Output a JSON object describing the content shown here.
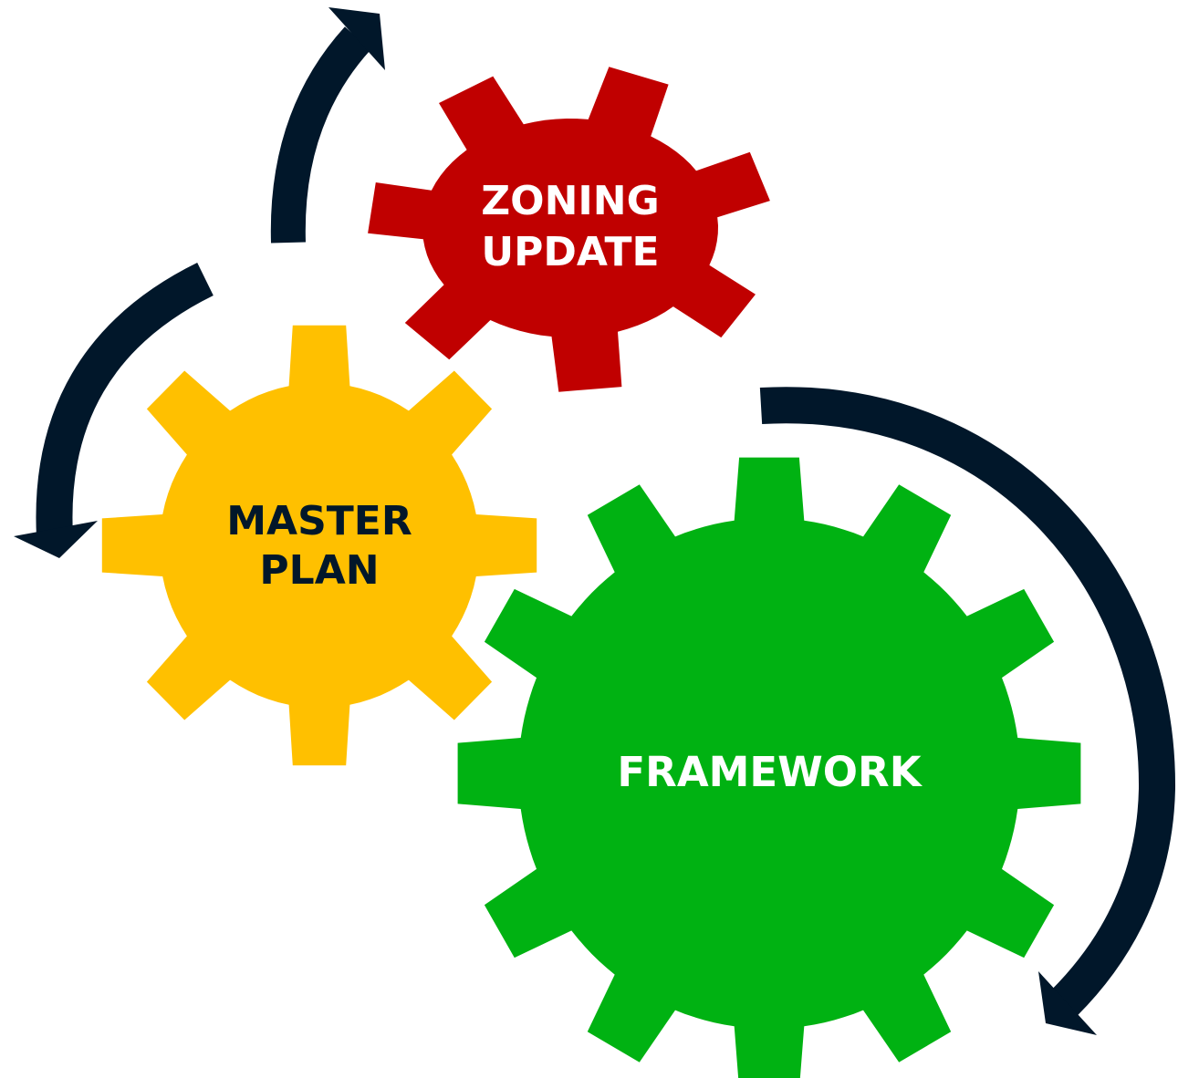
{
  "colors": {
    "arrow": "#01172a",
    "background": "#ffffff"
  },
  "gears": {
    "zoning": {
      "name": "zoning-update-gear",
      "line1": "ZONING",
      "line2": "UPDATE",
      "fill": "#c00000",
      "text_color": "#ffffff",
      "teeth": 7
    },
    "master": {
      "name": "master-plan-gear",
      "line1": "MASTER",
      "line2": "PLAN",
      "fill": "#ffc000",
      "text_color": "#01172a",
      "teeth": 8
    },
    "framework": {
      "name": "framework-gear",
      "line1": "FRAMEWORK",
      "fill": "#00b212",
      "text_color": "#ffffff",
      "teeth": 12
    }
  },
  "arrows": [
    {
      "name": "cycle-arrow-top",
      "direction": "clockwise"
    },
    {
      "name": "cycle-arrow-left",
      "direction": "counterclockwise"
    },
    {
      "name": "cycle-arrow-right",
      "direction": "clockwise"
    }
  ]
}
